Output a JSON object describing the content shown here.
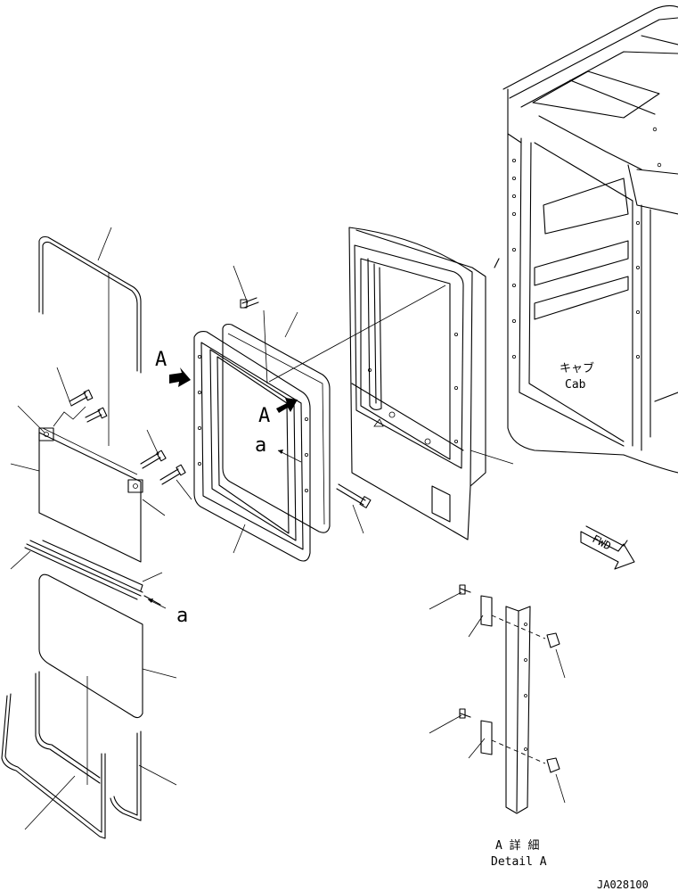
{
  "labels": {
    "view_a_left": "A",
    "view_a_right": "A",
    "ref_a_upper": "a",
    "ref_a_lower": "a",
    "cab_jp": "キャブ",
    "cab_en": "Cab",
    "fwd": "FWD",
    "detail_jp": "A 詳 細",
    "detail_en": "Detail A",
    "drawing_number": "JA028100"
  }
}
